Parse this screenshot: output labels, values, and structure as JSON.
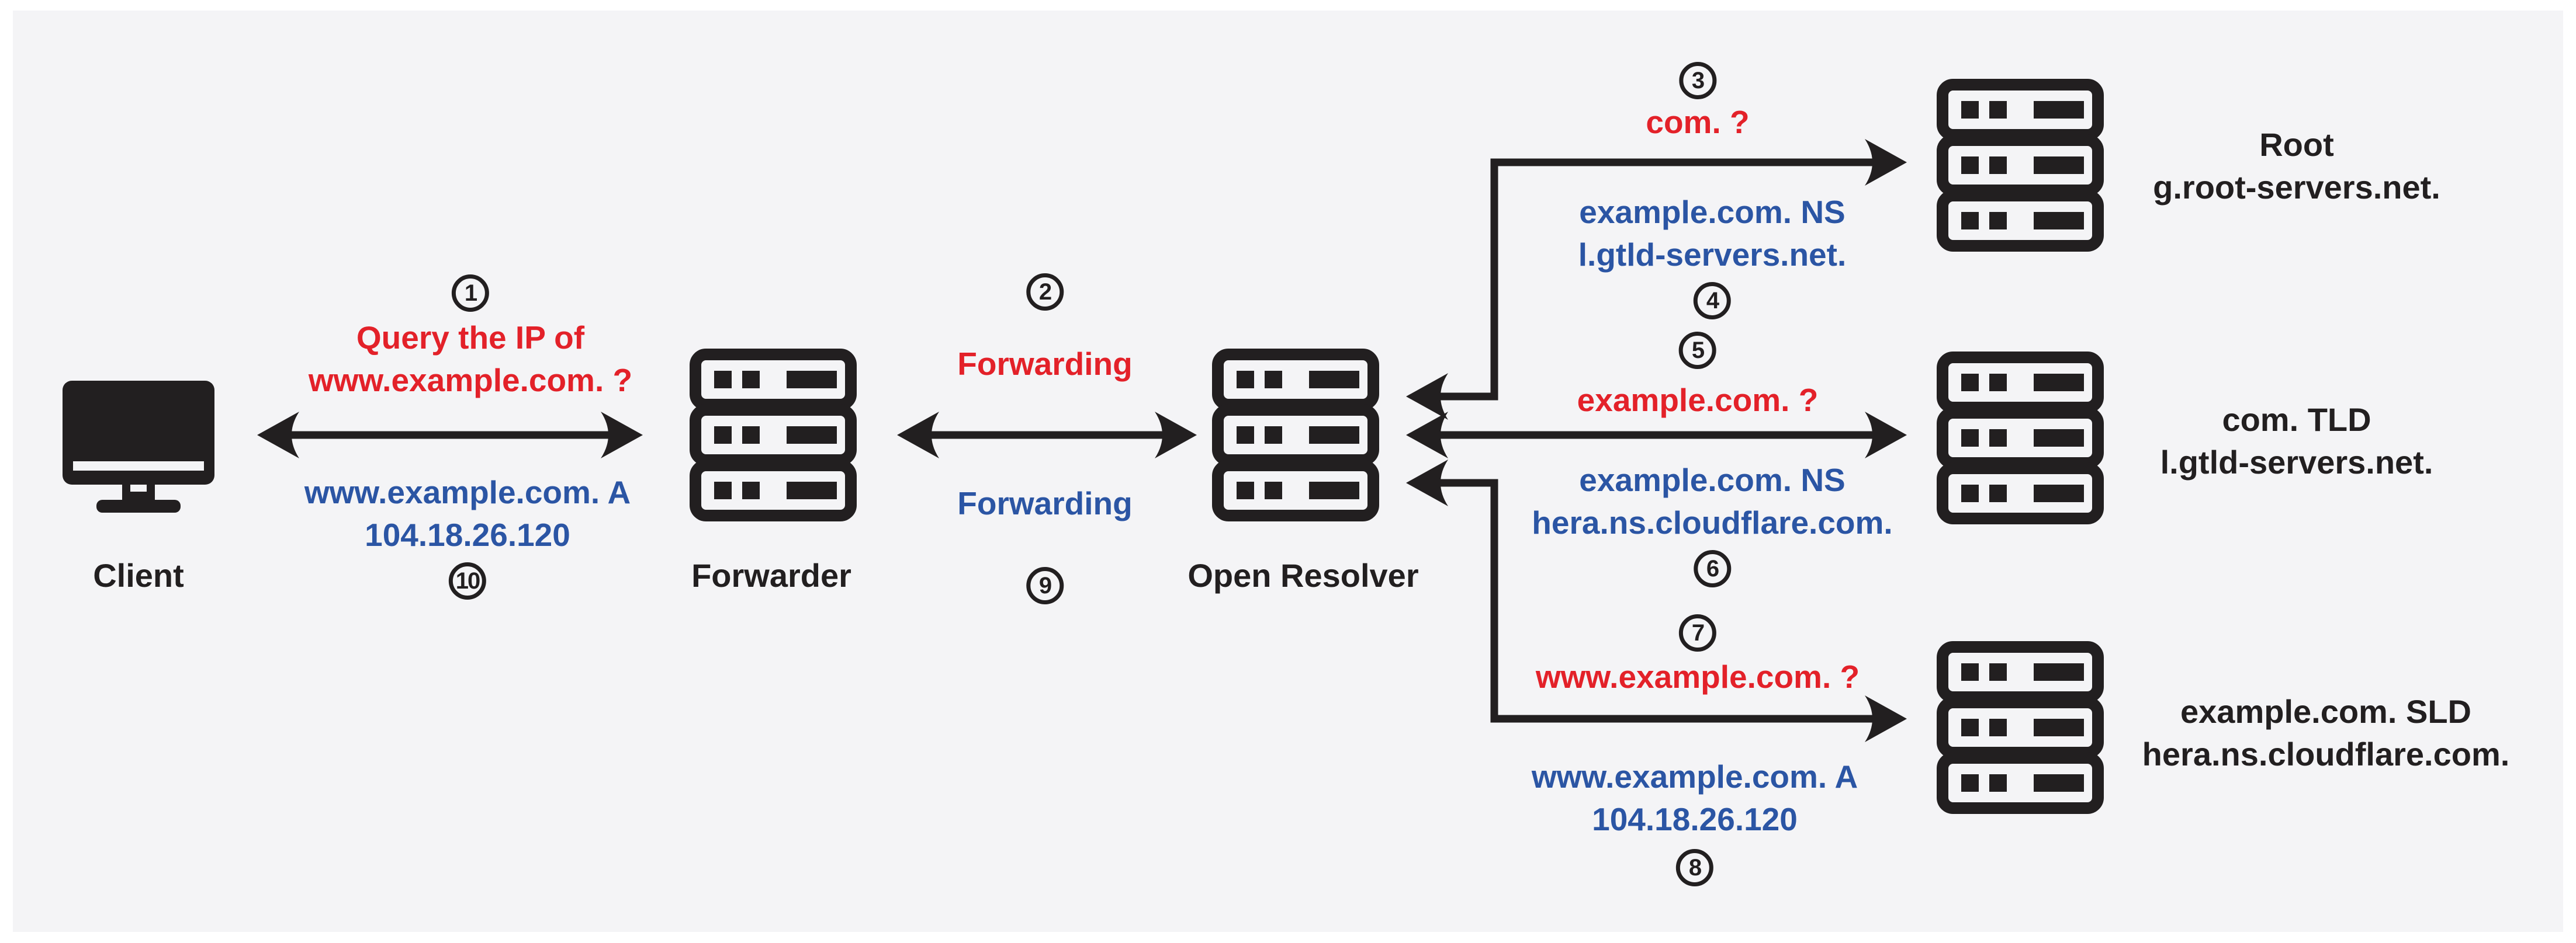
{
  "colors": {
    "query_red": "#e32129",
    "response_blue": "#2b55a4",
    "ink_black": "#221f20",
    "panel_background": "#f4f4f6"
  },
  "nodes": {
    "client": {
      "label": "Client"
    },
    "forwarder": {
      "label": "Forwarder"
    },
    "resolver": {
      "label": "Open Resolver"
    },
    "root": {
      "label": "Root",
      "hostname": "g.root-servers.net."
    },
    "tld": {
      "label": "com. TLD",
      "hostname": "l.gtld-servers.net."
    },
    "sld": {
      "label": "example.com. SLD",
      "hostname": "hera.ns.cloudflare.com."
    }
  },
  "steps": {
    "s1": {
      "number": "1",
      "line1": "Query the IP of",
      "line2": "www.example.com. ?"
    },
    "s2": {
      "number": "2",
      "text": "Forwarding"
    },
    "s3": {
      "number": "3",
      "text": "com. ?"
    },
    "s4": {
      "number": "4",
      "line1": "example.com. NS",
      "line2": "l.gtld-servers.net."
    },
    "s5": {
      "number": "5",
      "text": "example.com. ?"
    },
    "s6": {
      "number": "6",
      "line1": "example.com. NS",
      "line2": "hera.ns.cloudflare.com."
    },
    "s7": {
      "number": "7",
      "text": "www.example.com. ?"
    },
    "s8": {
      "number": "8",
      "line1": "www.example.com. A",
      "line2": "104.18.26.120"
    },
    "s9": {
      "number": "9",
      "text": "Forwarding"
    },
    "s10": {
      "number": "10",
      "line1": "www.example.com. A",
      "line2": "104.18.26.120"
    }
  }
}
